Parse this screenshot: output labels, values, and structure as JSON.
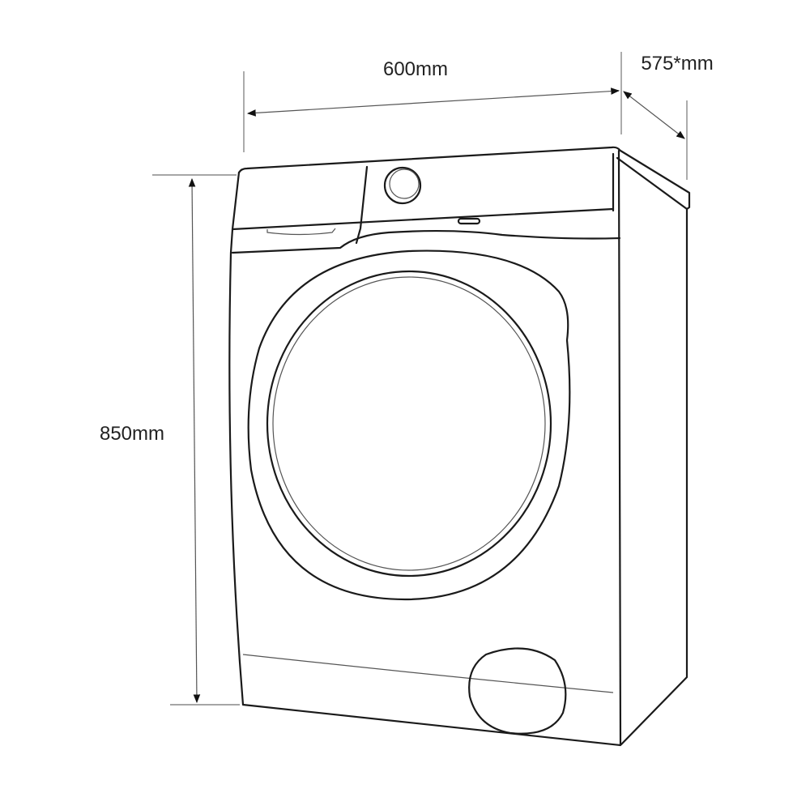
{
  "dimensions": {
    "width_label": "600mm",
    "depth_label": "575*mm",
    "height_label": "850mm"
  },
  "colors": {
    "line": "#1a1a1a",
    "background": "#ffffff"
  }
}
